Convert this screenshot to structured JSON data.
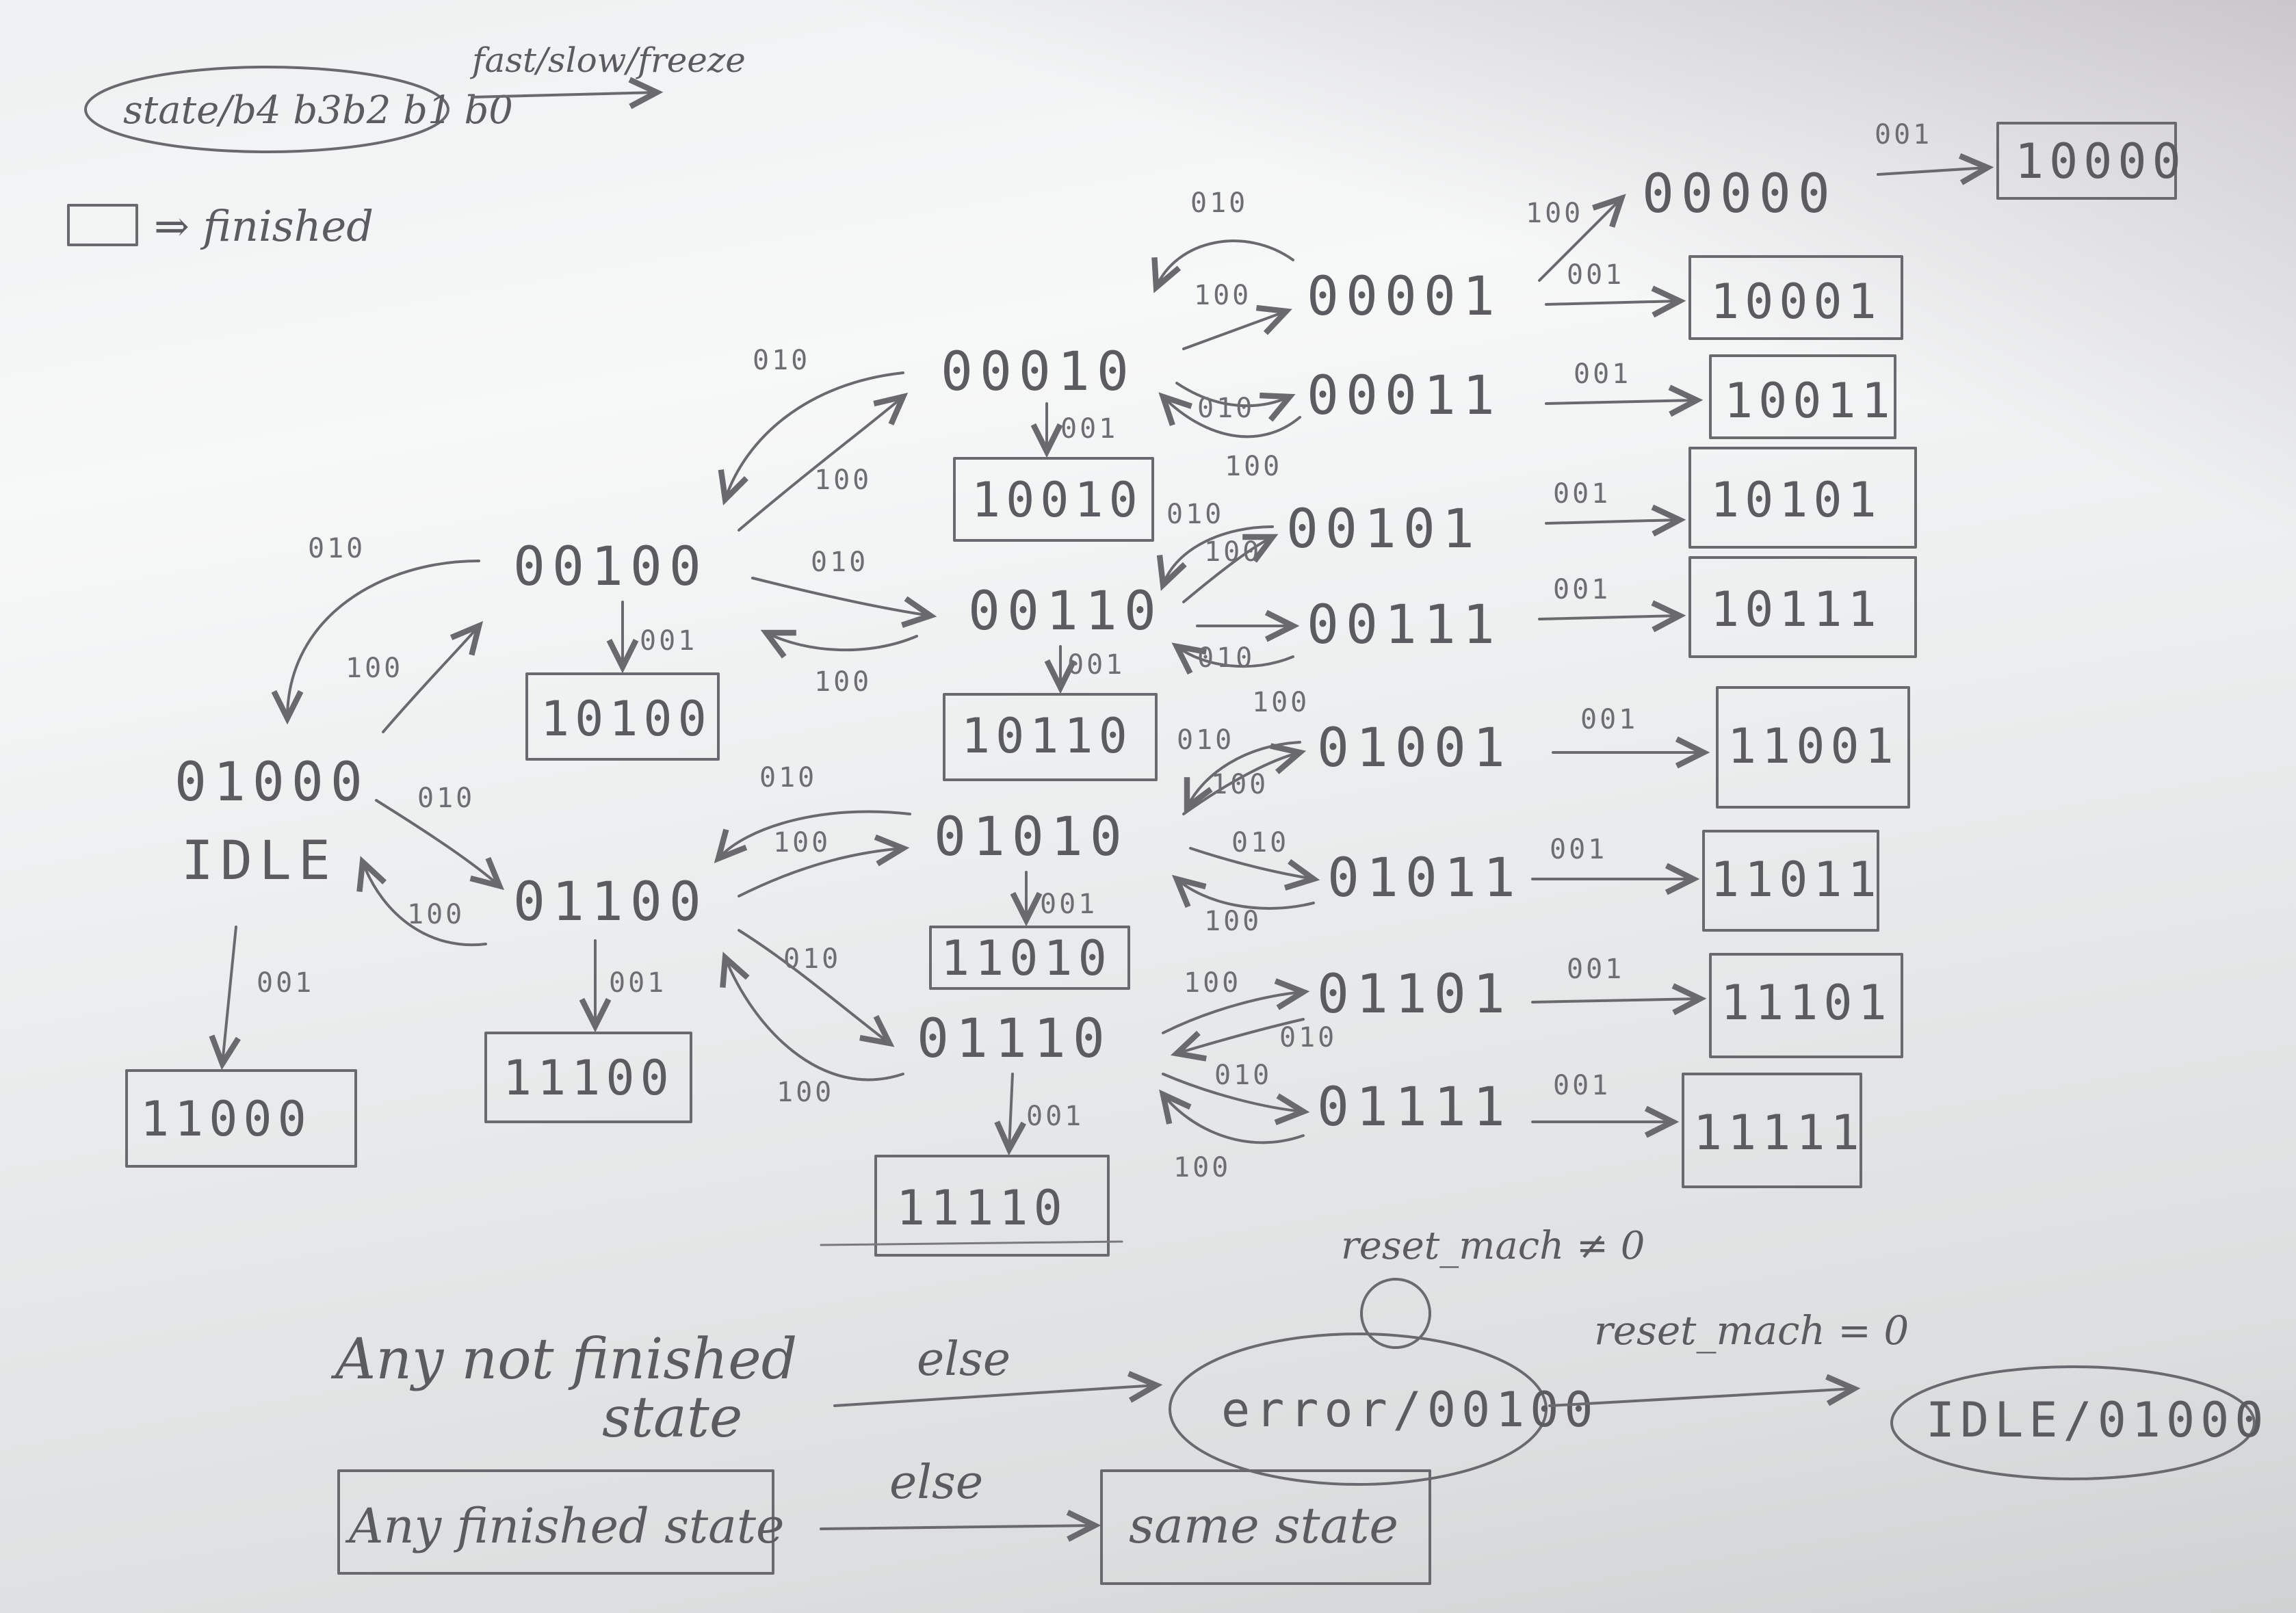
{
  "legend": {
    "state_bubble": "state/b4 b3b2 b1 b0",
    "bubble_output": "fast/slow/freeze",
    "box_meaning": "⇒ finished"
  },
  "states": {
    "s00000": "00000",
    "s00001": "00001",
    "s00010": "00010",
    "s00011": "00011",
    "s00100": "00100",
    "s00101": "00101",
    "s00110": "00110",
    "s00111": "00111",
    "s01000": "01000",
    "idle_name": "IDLE",
    "s01001": "01001",
    "s01010": "01010",
    "s01011": "01011",
    "s01100": "01100",
    "s01101": "01101",
    "s01110": "01110",
    "s01111": "01111"
  },
  "finished_states": {
    "f10000": "10000",
    "f10001": "10001",
    "f10010": "10010",
    "f10011": "10011",
    "f10100": "10100",
    "f10101": "10101",
    "f10110": "10110",
    "f10111": "10111",
    "f11000": "11000",
    "f11001": "11001",
    "f11010": "11010",
    "f11011": "11011",
    "f11100": "11100",
    "f11101": "11101",
    "f11110": "11110",
    "f11111": "11111"
  },
  "inputs": {
    "i001": "001",
    "i010": "010",
    "i100": "100"
  },
  "bottom": {
    "any_not_finished_line1": "Any not finished",
    "any_not_finished_line2": "state",
    "else_label": "else",
    "error_state": "error/00100",
    "reset_self_loop": "reset_mach ≠ 0",
    "reset_to_idle": "reset_mach = 0",
    "idle_state": "IDLE/01000",
    "any_finished": "Any finished state",
    "same_state": "same state"
  }
}
